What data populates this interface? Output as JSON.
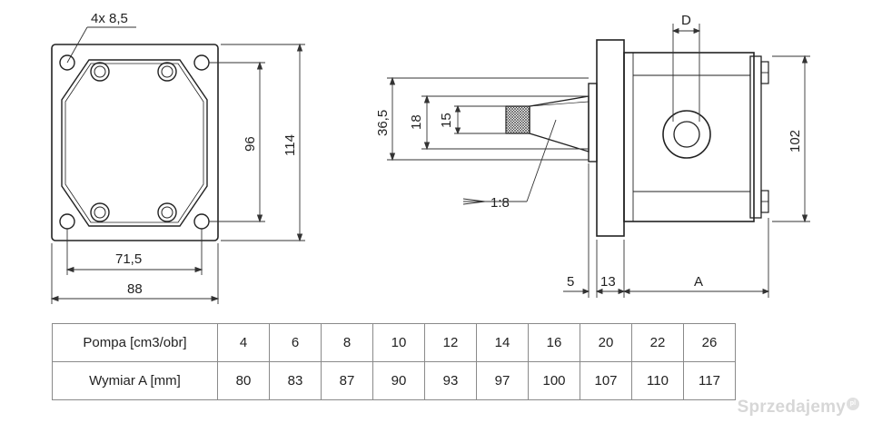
{
  "front_view": {
    "holes_label": "4x 8,5",
    "dim_width": "88",
    "dim_hole_spacing_h": "71,5",
    "dim_height": "114",
    "dim_hole_spacing_v": "96"
  },
  "side_view": {
    "dim_shaft_diameter": "D",
    "dim_flange_diam": "36,5",
    "dim_cone_large": "18",
    "dim_cone_small": "15",
    "taper_ratio": "1:8",
    "dim_body_height": "102",
    "dim_shaft_length": "5",
    "dim_flange_thickness": "13",
    "dim_body_length": "A"
  },
  "table": {
    "row1_header": "Pompa [cm3/obr]",
    "row2_header": "Wymiar A [mm]",
    "displacement": [
      "4",
      "6",
      "8",
      "10",
      "12",
      "14",
      "16",
      "20",
      "22",
      "26"
    ],
    "dimension_a": [
      "80",
      "83",
      "87",
      "90",
      "93",
      "97",
      "100",
      "107",
      "110",
      "117"
    ]
  },
  "watermark": {
    "text": "Sprzedajemy",
    "suffix": "pl"
  }
}
